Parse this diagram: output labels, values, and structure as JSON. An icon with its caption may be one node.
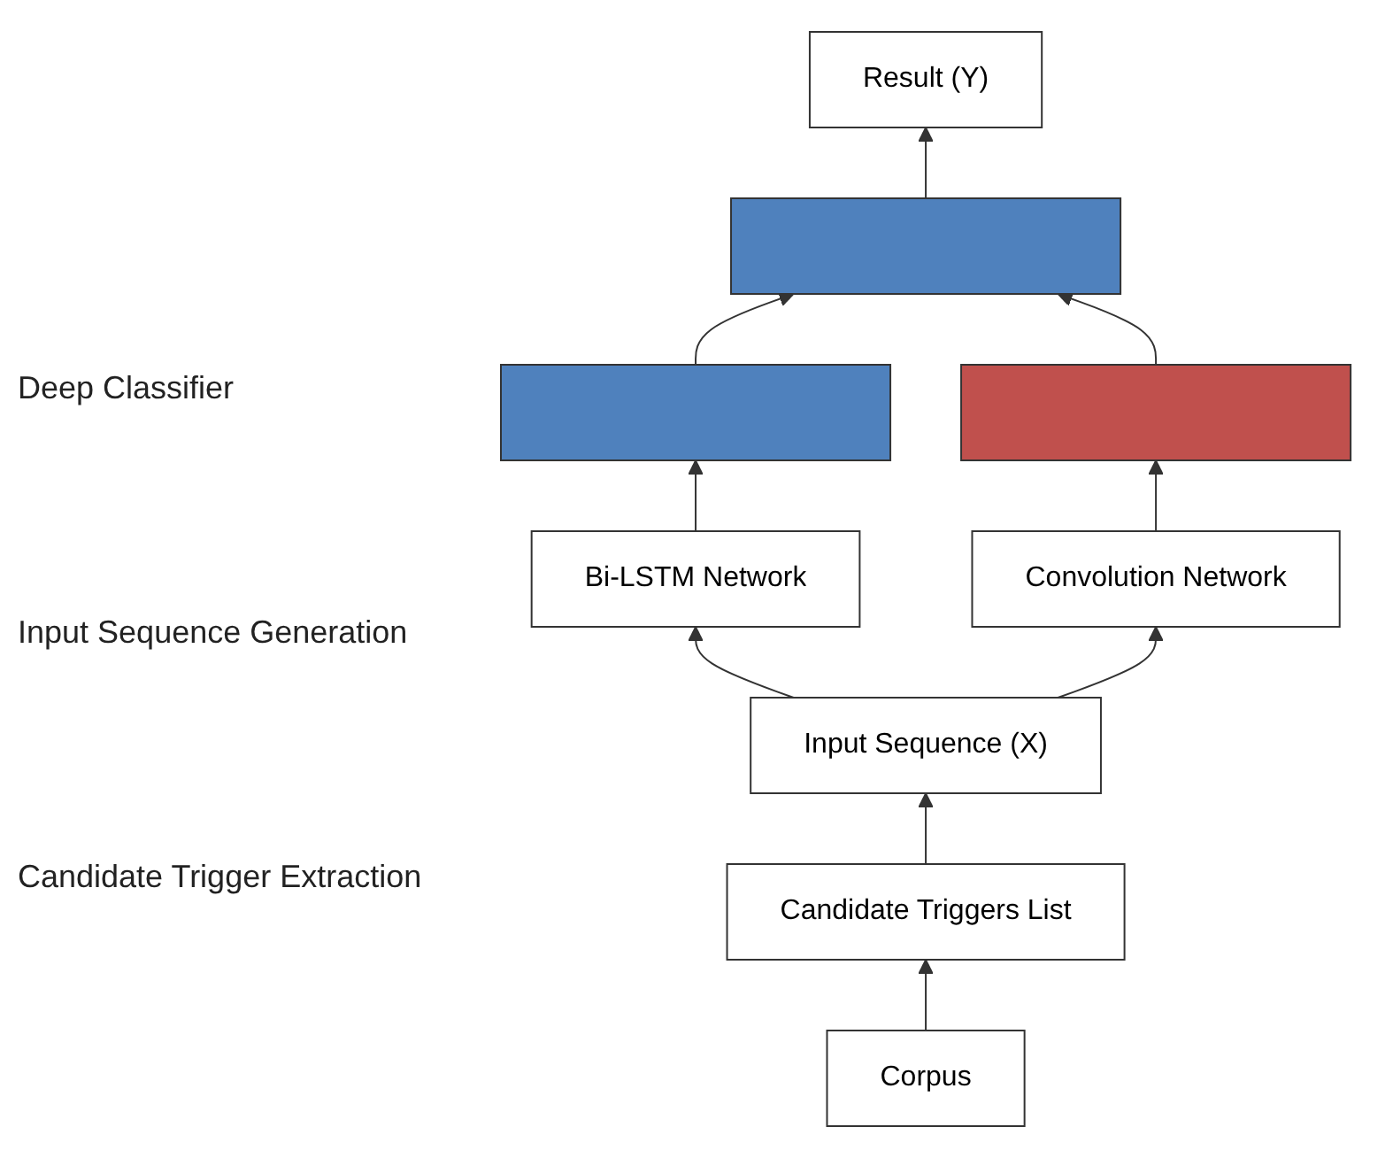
{
  "diagram": {
    "nodes": [
      {
        "text": [
          "Result (Y)"
        ]
      },
      {
        "text": [],
        "shape": "bar"
      },
      {
        "text": [],
        "shape": "bar"
      },
      {
        "text": [],
        "shape": "bar"
      },
      {
        "text": [
          "Bi-LSTM Network"
        ]
      },
      {
        "text": [
          "Convolution Network"
        ]
      },
      {
        "text": [
          "Input Sequence (X)"
        ]
      },
      {
        "text": [
          "Candidate Triggers List"
        ]
      },
      {
        "text": [
          "Corpus"
        ]
      }
    ],
    "edges": [
      {
        "from": 8,
        "to": 7,
        "arrow": "to"
      },
      {
        "from": 7,
        "to": 6,
        "arrow": "to"
      },
      {
        "from": 6,
        "to": 4,
        "arrow": "to"
      },
      {
        "from": 6,
        "to": 5,
        "arrow": "to"
      },
      {
        "from": 4,
        "to": 2,
        "arrow": "to"
      },
      {
        "from": 5,
        "to": 3,
        "arrow": "to"
      },
      {
        "from": 2,
        "to": 1,
        "arrow": "to"
      },
      {
        "from": 3,
        "to": 1,
        "arrow": "to"
      },
      {
        "from": 1,
        "to": 0,
        "arrow": "to"
      }
    ],
    "labels": [
      "Deep Classifier",
      "Input Sequence Generation",
      "Candidate Trigger Extraction"
    ]
  }
}
